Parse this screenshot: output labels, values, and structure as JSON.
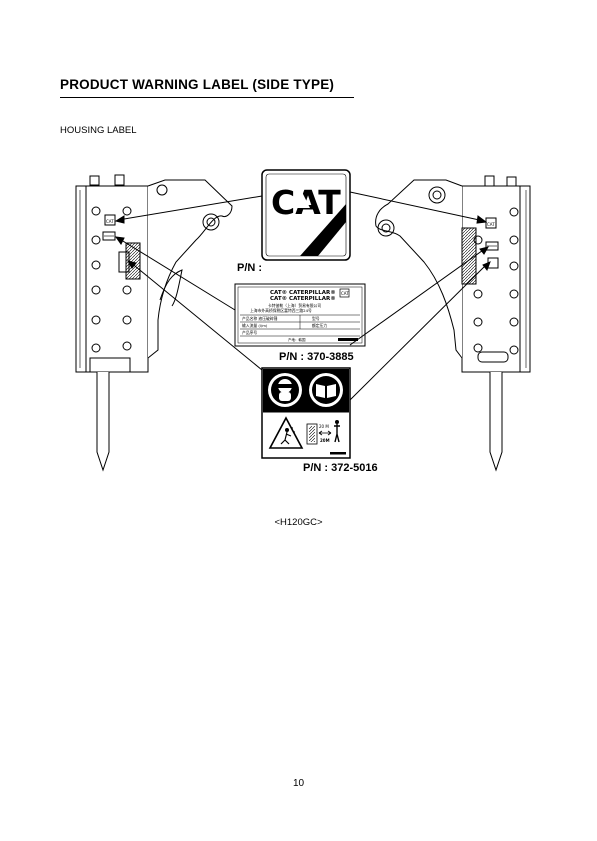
{
  "document": {
    "title": "PRODUCT WARNING LABEL (SIDE TYPE)",
    "section_label": "HOUSING LABEL",
    "model_caption": "<H120GC>",
    "page_number": "10"
  },
  "labels": {
    "cat_logo": {
      "logo_text": "CAT",
      "part_number": "P/N :"
    },
    "nameplate": {
      "brand_line_1": "CAT® CATERPILLAR®",
      "brand_line_2": "CAT® CATERPILLAR®",
      "company_line_1": "卡特彼勒（上海）贸易有限公司",
      "company_line_2": "上海市外高桥保税区富特西三路24号",
      "row1_left": "产品名称  液压破碎锤",
      "row1_right": "型号",
      "row2_left": "输入流量 (l/m)",
      "row2_right": "额定压力",
      "row3_left": "产品序号",
      "origin": "产地：韩国",
      "part_number": "P/N : 370-3885"
    },
    "safety_pictograms": {
      "distance_top": "20 M",
      "distance_bottom": "20M",
      "part_number": "P/N : 372-5016"
    }
  }
}
